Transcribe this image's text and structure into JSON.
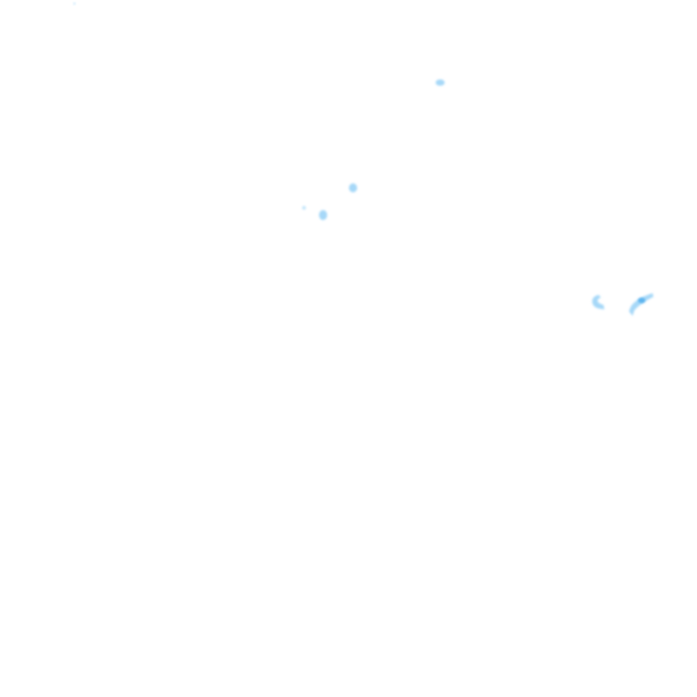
{
  "map": {
    "background_color": "#ffffff",
    "feature_colors": {
      "light": "#bfe3fb",
      "medium": "#a6d8f8",
      "dark": "#5bb3ee"
    },
    "features": [
      {
        "name": "precip-speck-top-left",
        "intensity": "light"
      },
      {
        "name": "precip-cell-north",
        "intensity": "medium"
      },
      {
        "name": "precip-cell-center-a",
        "intensity": "medium"
      },
      {
        "name": "precip-speck-center",
        "intensity": "light"
      },
      {
        "name": "precip-cell-center-b",
        "intensity": "medium"
      },
      {
        "name": "precip-cell-east-arc",
        "intensity": "medium"
      },
      {
        "name": "precip-cell-east-band",
        "intensity": "dark"
      }
    ]
  }
}
